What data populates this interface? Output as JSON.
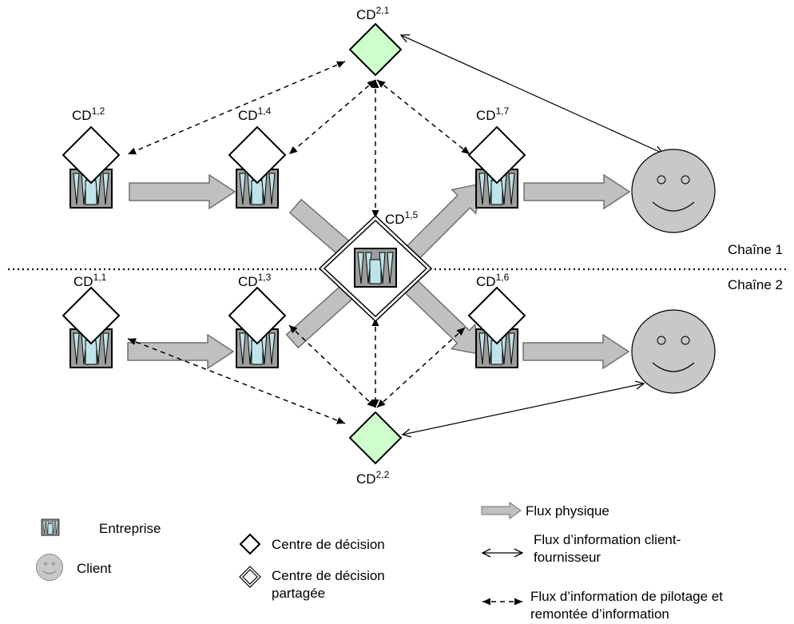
{
  "colors": {
    "line": "#000000",
    "decision_fill": "#ffffff",
    "central_fill": "#ccffcc",
    "enterprise_fill": "#9d9d9d",
    "enterprise_inner": "#bfe3e8",
    "client_fill": "#c8c8c8",
    "arrow_fill": "#c0c0c0",
    "arrow_stroke": "#707070"
  },
  "nodes": {
    "cd21": {
      "base": "CD",
      "sup": "2,1"
    },
    "cd22": {
      "base": "CD",
      "sup": "2,2"
    },
    "cd11": {
      "base": "CD",
      "sup": "1,1"
    },
    "cd12": {
      "base": "CD",
      "sup": "1,2"
    },
    "cd13": {
      "base": "CD",
      "sup": "1,3"
    },
    "cd14": {
      "base": "CD",
      "sup": "1,4"
    },
    "cd15": {
      "base": "CD",
      "sup": "1,5"
    },
    "cd16": {
      "base": "CD",
      "sup": "1,6"
    },
    "cd17": {
      "base": "CD",
      "sup": "1,7"
    }
  },
  "chains": {
    "chain1": "Chaîne 1",
    "chain2": "Chaîne 2"
  },
  "legend": {
    "enterprise": "Entreprise",
    "client": "Client",
    "decision_center": "Centre de décision",
    "shared_decision_line1": "Centre de décision",
    "shared_decision_line2": "partagée",
    "physical_flow": "Flux physique",
    "info_client_line1": "Flux d’information client-",
    "info_client_line2": "fournisseur",
    "pilot_line1": "Flux d’information de pilotage et",
    "pilot_line2": "remontée d’information"
  }
}
